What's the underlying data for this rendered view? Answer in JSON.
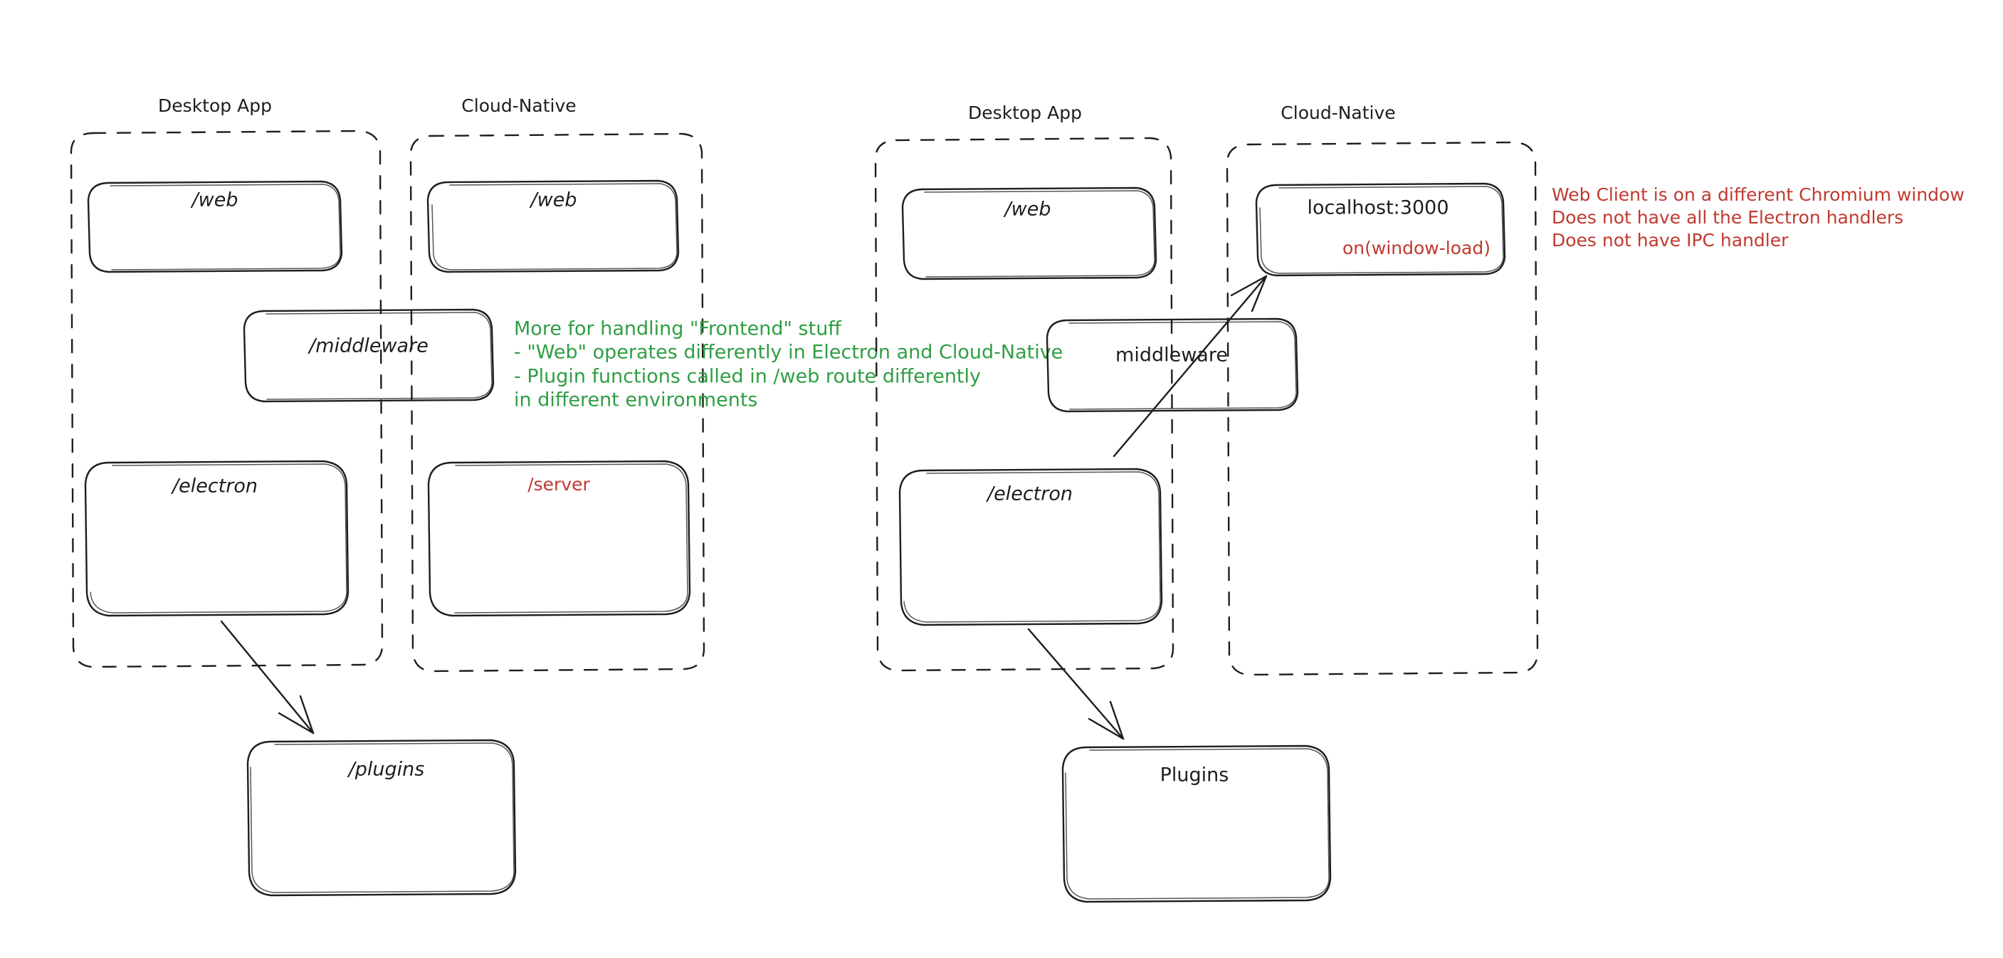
{
  "diagram": {
    "background": "#ffffff",
    "ink_color": "#1e1e1e",
    "green_color": "#2f9e44",
    "red_color": "#c0392f",
    "left_panel": {
      "groups": [
        {
          "label": "Desktop App"
        },
        {
          "label": "Cloud-Native"
        }
      ],
      "nodes": [
        {
          "label": "/web"
        },
        {
          "label": "/web"
        },
        {
          "label": "/middleware"
        },
        {
          "label": "/electron"
        },
        {
          "label": "/server"
        },
        {
          "label": "/plugins"
        }
      ]
    },
    "right_panel": {
      "groups": [
        {
          "label": "Desktop App"
        },
        {
          "label": "Cloud-Native"
        }
      ],
      "nodes": [
        {
          "label": "/web"
        },
        {
          "label": "localhost:3000"
        },
        {
          "label": "on(window-load)"
        },
        {
          "label": "middleware"
        },
        {
          "label": "/electron"
        },
        {
          "label": "Plugins"
        }
      ]
    },
    "notes": {
      "green": {
        "color": "#2f9e44",
        "lines": [
          "More for handling \"Frontend\" stuff",
          "- \"Web\" operates differently in Electron and Cloud-Native",
          "- Plugin functions called in /web route differently",
          "in different environments"
        ]
      },
      "red": {
        "color": "#c0392f",
        "lines": [
          "Web Client is on a different Chromium window",
          "Does not have all the Electron handlers",
          "Does not have IPC handler"
        ]
      }
    }
  }
}
